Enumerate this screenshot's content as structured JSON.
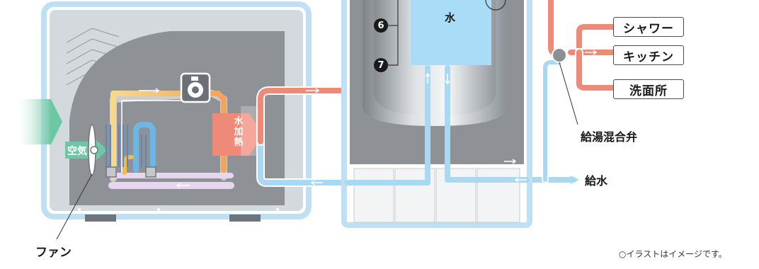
{
  "labels": {
    "water": "水",
    "air": "空気",
    "water_heating": [
      "水",
      "加",
      "熱"
    ],
    "fan": "ファン",
    "mixing_valve": "給湯混合弁",
    "water_supply": "給水",
    "footnote": "○イラストはイメージです。"
  },
  "outlets": [
    "シャワー",
    "キッチン",
    "洗面所"
  ],
  "steps": [
    "6",
    "7"
  ],
  "colors": {
    "hot": "#f08a78",
    "cold": "#a8d8f2",
    "outline": "#bfe0f4",
    "unit_body": "#d2d8dc",
    "unit_panel": "#8e9296",
    "tank_inner": "#a9dcf6"
  }
}
